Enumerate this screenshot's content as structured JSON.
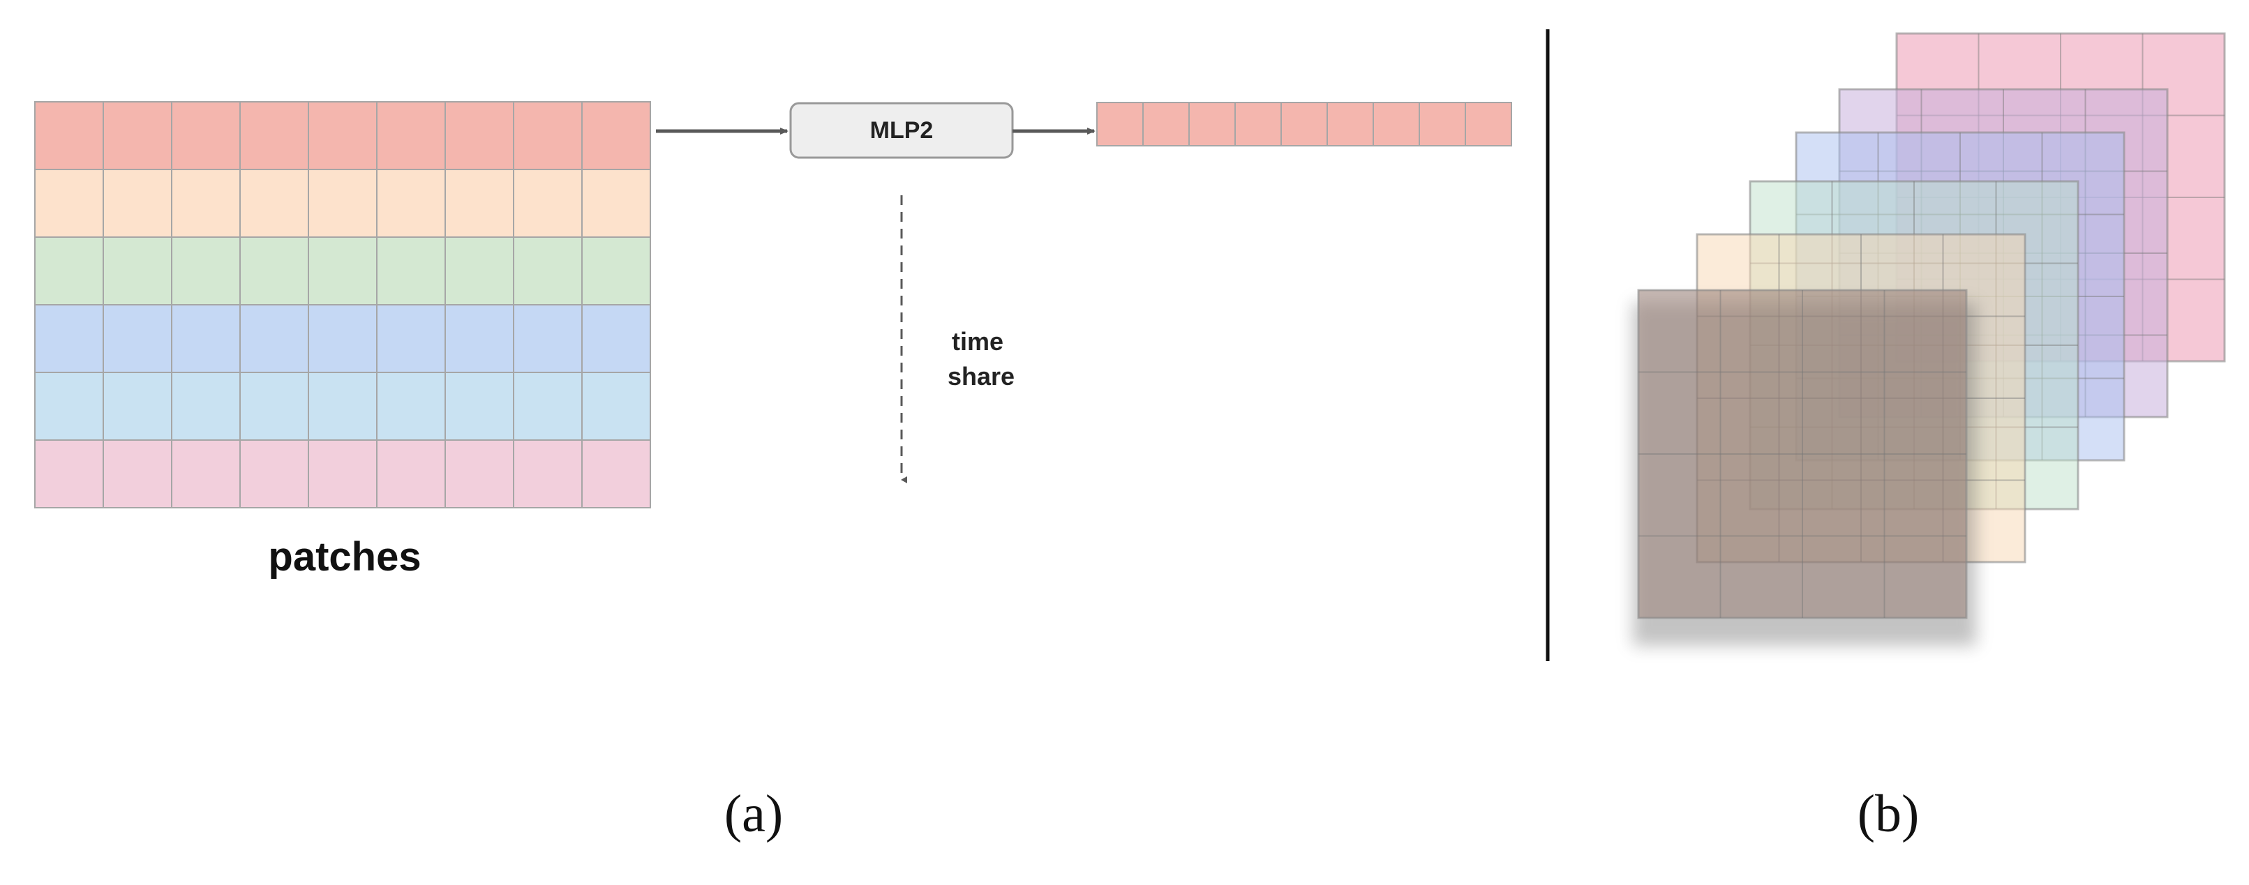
{
  "panel_a": {
    "patches_label": "patches",
    "mlp_label": "MLP2",
    "time_share_lines": [
      "time",
      "share"
    ],
    "caption": "(a)",
    "patch_grid": {
      "rows": 6,
      "cols": 9,
      "row_colors": [
        "#f4b6ae",
        "#fde2cc",
        "#d4e8d2",
        "#c5d8f4",
        "#c9e2f2",
        "#f2cfdc"
      ]
    },
    "output_vector": {
      "cells": 9,
      "color": "#f4b6ae"
    }
  },
  "panel_b": {
    "caption": "(b)",
    "layer_colors": [
      "#ec9ab4",
      "#c9b0dc",
      "#a9bff0",
      "#bfe1cc",
      "#f8d8b4",
      "#a08880"
    ]
  },
  "colors": {
    "grid_line": "#a6a6a6",
    "arrow": "#595959",
    "mlp_fill": "#eeeeee",
    "mlp_border": "#999999",
    "divider": "#111111"
  }
}
